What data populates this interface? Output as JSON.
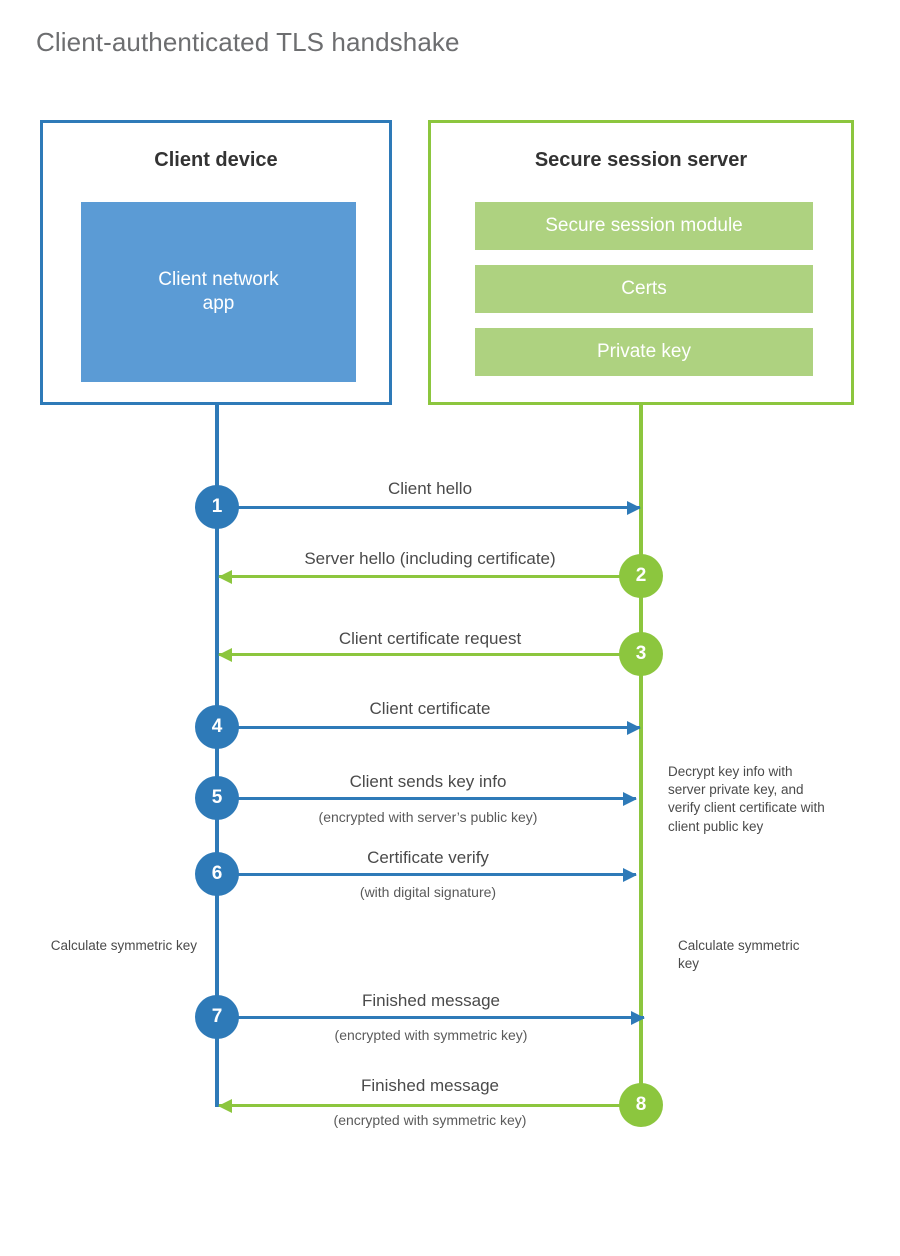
{
  "title": "Client-authenticated TLS handshake",
  "colors": {
    "client_blue": "#2e7ab8",
    "client_app_fill": "#5b9bd5",
    "server_green": "#8cc63e",
    "server_block_fill": "#aed280",
    "title_gray": "#6d6e70",
    "label_gray": "#4a4a4a"
  },
  "actors": {
    "client": {
      "title": "Client device",
      "blocks": [
        {
          "line1": "Client network",
          "line2": "app"
        }
      ]
    },
    "server": {
      "title": "Secure session server",
      "blocks": [
        {
          "label": "Secure session module"
        },
        {
          "label": "Certs"
        },
        {
          "label": "Private key"
        }
      ]
    }
  },
  "steps": [
    {
      "number": "1",
      "label": "Client hello",
      "sub": "",
      "direction": "client-to-server"
    },
    {
      "number": "2",
      "label": "Server hello (including certificate)",
      "sub": "",
      "direction": "server-to-client"
    },
    {
      "number": "3",
      "label": "Client certificate request",
      "sub": "",
      "direction": "server-to-client"
    },
    {
      "number": "4",
      "label": "Client certificate",
      "sub": "",
      "direction": "client-to-server"
    },
    {
      "number": "5",
      "label": "Client sends key info",
      "sub": "(encrypted with server’s public key)",
      "direction": "client-to-server"
    },
    {
      "number": "6",
      "label": "Certificate verify",
      "sub": "(with digital signature)",
      "direction": "client-to-server"
    },
    {
      "number": "7",
      "label": "Finished message",
      "sub": "(encrypted with symmetric key)",
      "direction": "client-to-server"
    },
    {
      "number": "8",
      "label": "Finished message",
      "sub": "(encrypted with symmetric key)",
      "direction": "server-to-client"
    }
  ],
  "notes": {
    "server_decrypt": "Decrypt key info with server private key, and verify client certificate with client public key",
    "client_calculate": "Calculate symmetric key",
    "server_calculate": "Calculate symmetric key"
  }
}
